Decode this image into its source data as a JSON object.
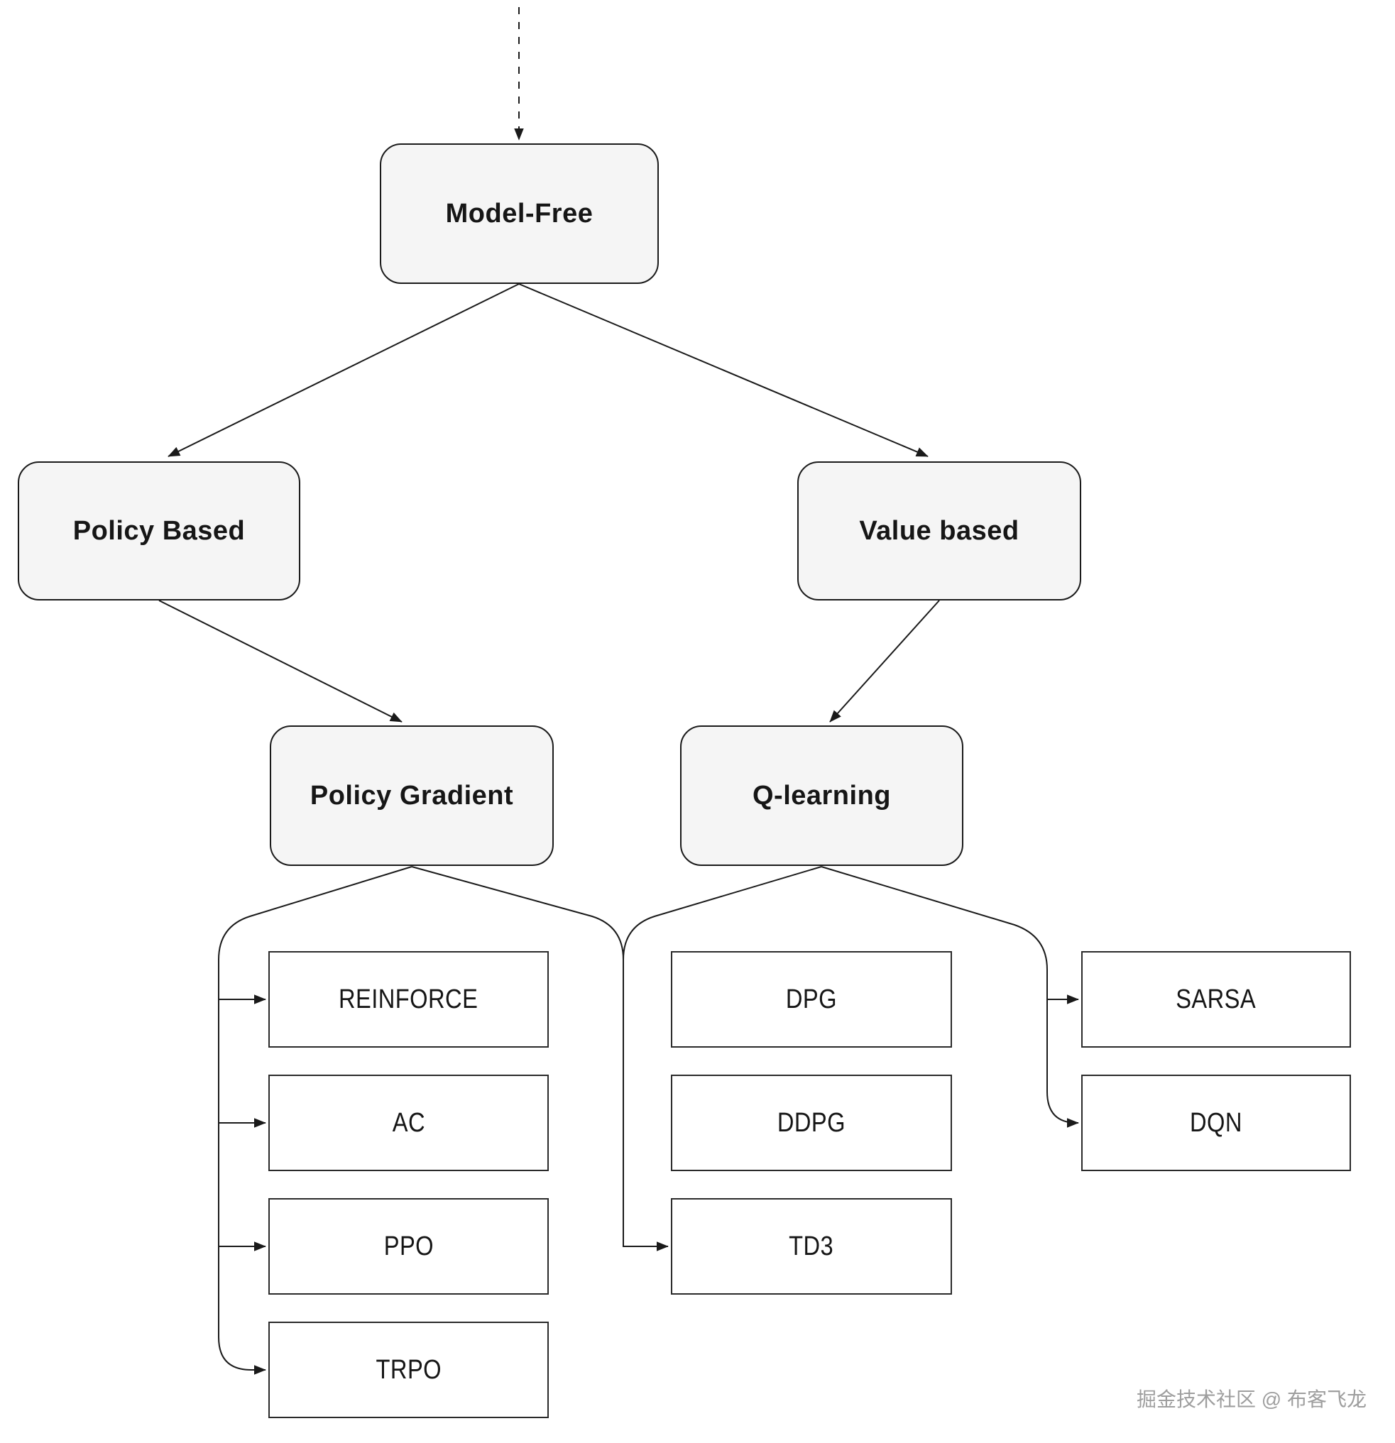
{
  "nodes": {
    "model_free": "Model-Free",
    "policy_based": "Policy Based",
    "value_based": "Value based",
    "policy_gradient": "Policy Gradient",
    "q_learning": "Q-learning",
    "reinforce": "REINFORCE",
    "ac": "AC",
    "ppo": "PPO",
    "trpo": "TRPO",
    "dpg": "DPG",
    "ddpg": "DDPG",
    "td3": "TD3",
    "sarsa": "SARSA",
    "dqn": "DQN"
  },
  "edges": [
    {
      "from": null,
      "to": "model_free",
      "style": "dashed-arrow"
    },
    {
      "from": "model_free",
      "to": "policy_based",
      "style": "arrow"
    },
    {
      "from": "model_free",
      "to": "value_based",
      "style": "arrow"
    },
    {
      "from": "policy_based",
      "to": "policy_gradient",
      "style": "arrow"
    },
    {
      "from": "value_based",
      "to": "q_learning",
      "style": "arrow"
    },
    {
      "from": "policy_gradient",
      "to": "reinforce",
      "style": "arrow"
    },
    {
      "from": "policy_gradient",
      "to": "ac",
      "style": "arrow"
    },
    {
      "from": "policy_gradient",
      "to": "ppo",
      "style": "arrow"
    },
    {
      "from": "policy_gradient",
      "to": "trpo",
      "style": "arrow"
    },
    {
      "from": "policy_gradient",
      "to": "td3",
      "style": "arrow"
    },
    {
      "from": "q_learning",
      "to": "td3",
      "style": "arrow"
    },
    {
      "from": "q_learning",
      "to": "sarsa",
      "style": "arrow"
    },
    {
      "from": "q_learning",
      "to": "dqn",
      "style": "arrow"
    }
  ],
  "watermark": "掘金技术社区 @ 布客飞龙",
  "colors": {
    "round_node_fill": "#f5f5f5",
    "leaf_node_fill": "#ffffff",
    "line": "#1a1a1a",
    "text": "#161616",
    "watermark": "#9e9e9e"
  }
}
